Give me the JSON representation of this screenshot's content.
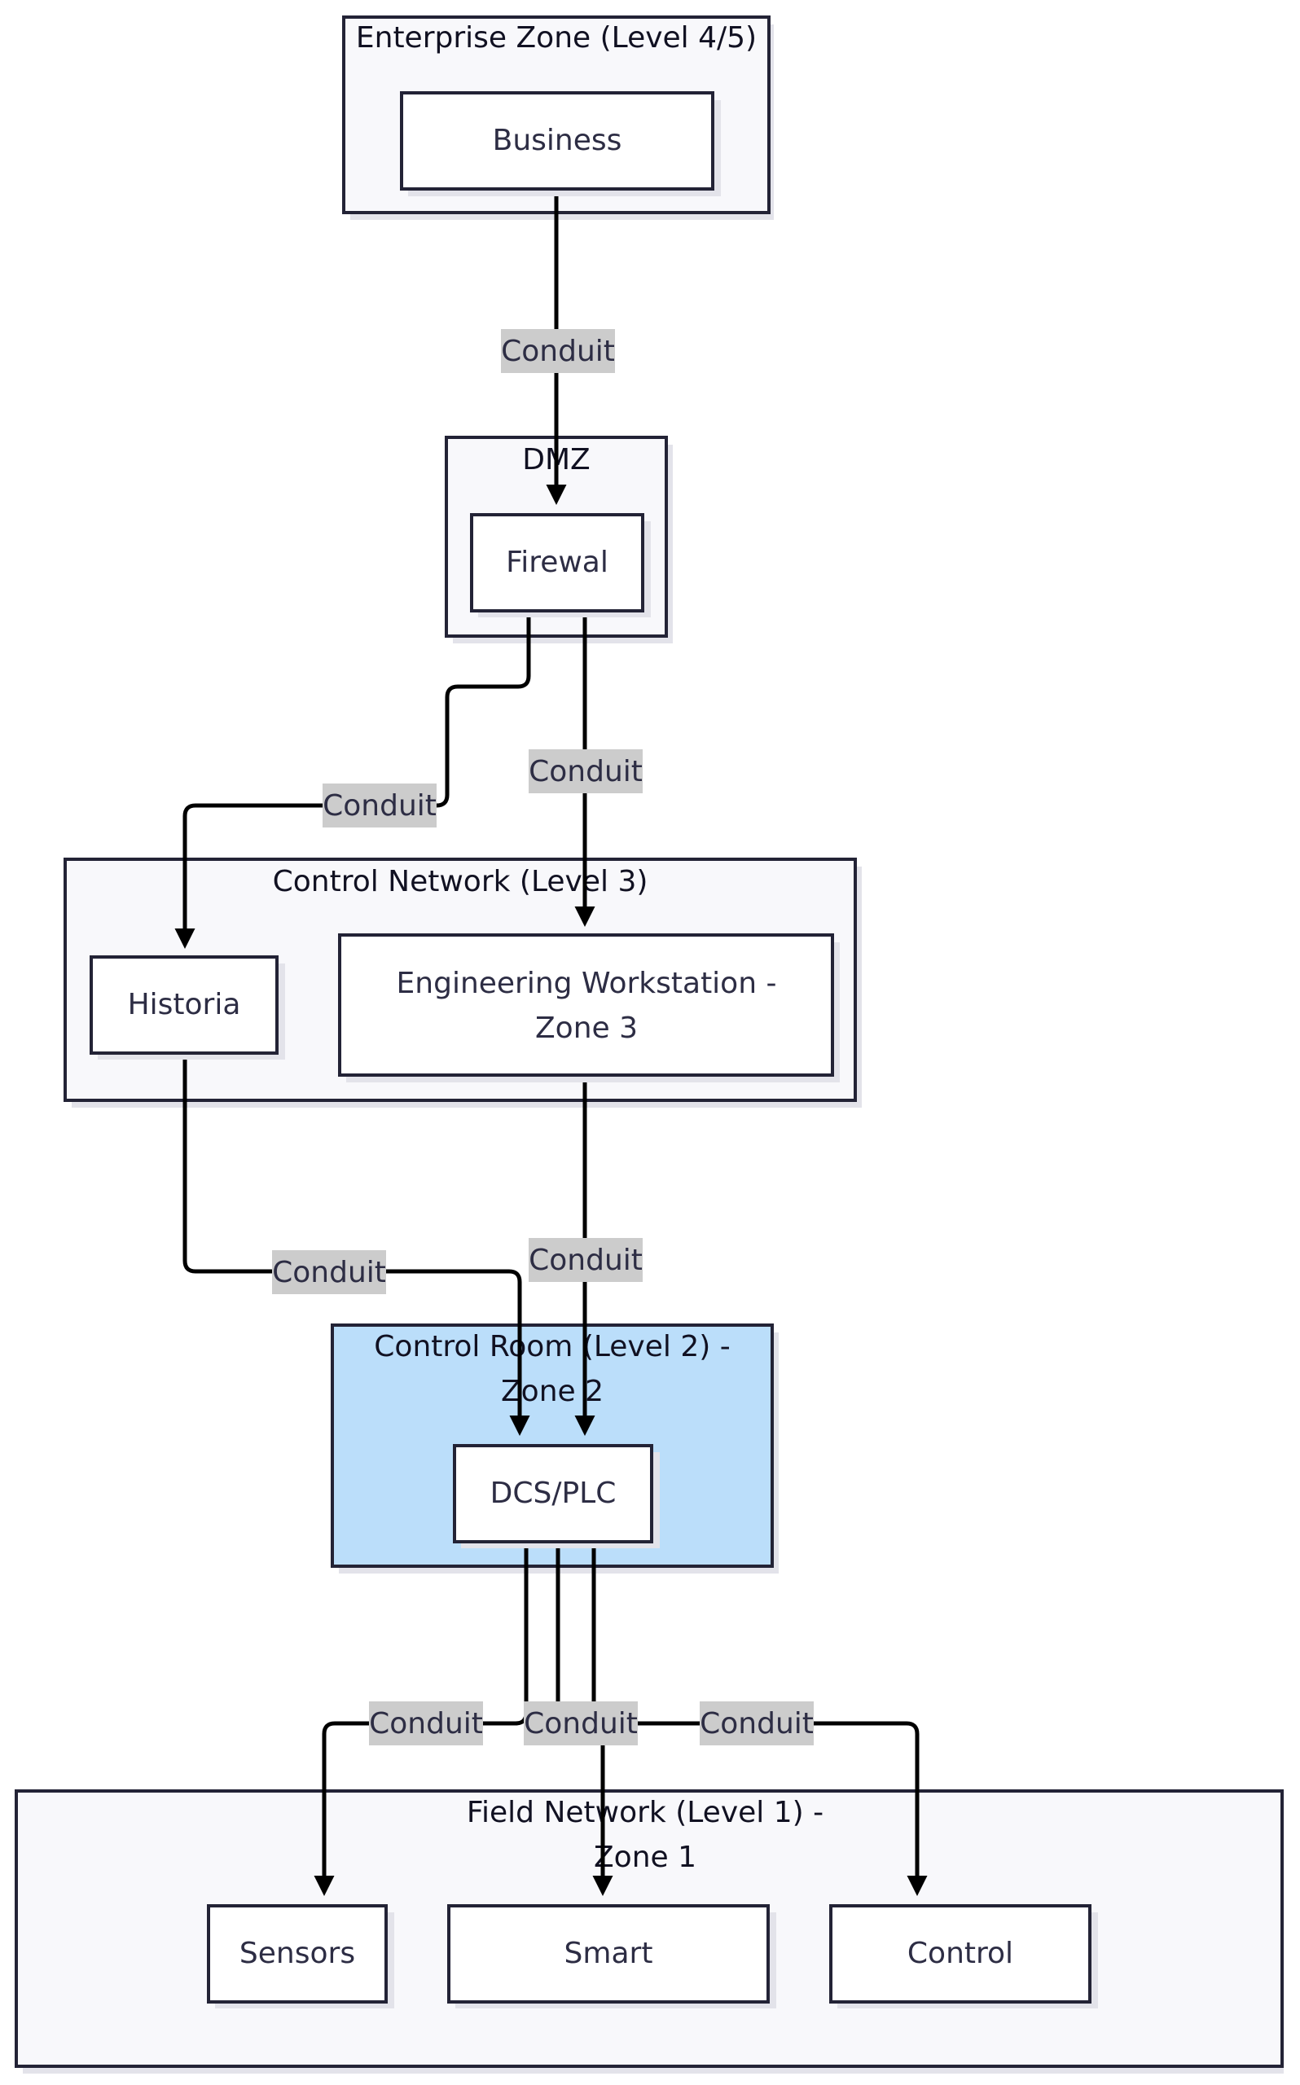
{
  "clusters": {
    "enterprise": {
      "title": "Enterprise Zone (Level 4/5)"
    },
    "dmz": {
      "title": "DMZ"
    },
    "control_network": {
      "title": "Control Network (Level 3)"
    },
    "control_room": {
      "title_line1": "Control Room (Level 2) -",
      "title_line2": "Zone 2"
    },
    "field_network": {
      "title_line1": "Field Network (Level 1) -",
      "title_line2": "Zone 1"
    }
  },
  "nodes": {
    "business": "Business",
    "firewall": "Firewal",
    "historian": "Historia",
    "engineering_line1": "Engineering Workstation -",
    "engineering_line2": "Zone 3",
    "dcs_plc": "DCS/PLC",
    "sensors": "Sensors",
    "smart": "Smart",
    "control": "Control"
  },
  "edges": {
    "business_to_firewall": "Conduit",
    "firewall_to_historian": "Conduit",
    "firewall_to_engineering": "Conduit",
    "historian_to_dcs": "Conduit",
    "engineering_to_dcs": "Conduit",
    "dcs_to_sensors": "Conduit",
    "dcs_to_smart": "Conduit",
    "dcs_to_control": "Conduit"
  },
  "colors": {
    "cluster_fill": "#f8f8fb",
    "control_room_fill": "#bbdefa",
    "border": "#232336",
    "edge_label_bg": "#cccccc"
  }
}
